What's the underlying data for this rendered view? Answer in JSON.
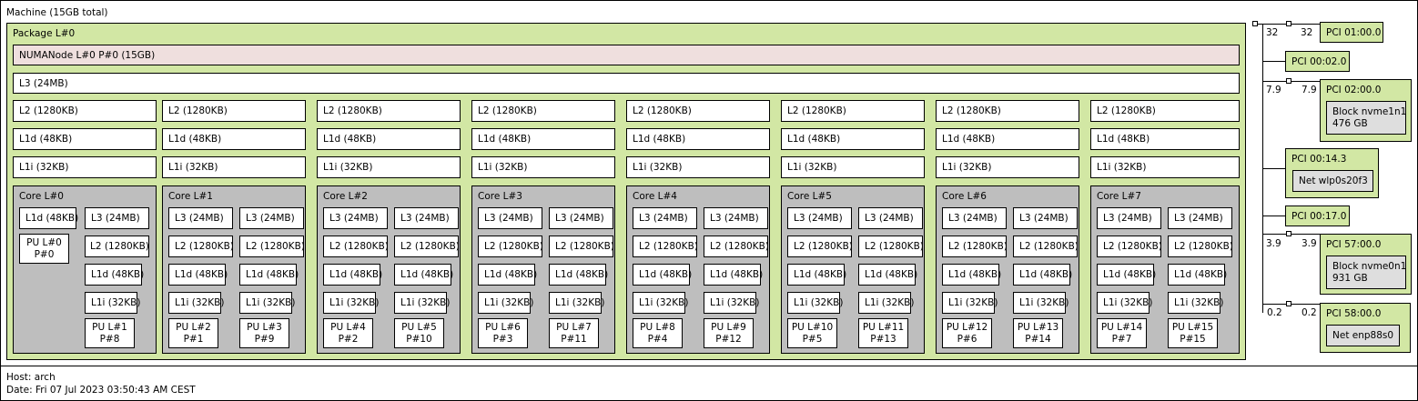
{
  "machine": {
    "label": "Machine (15GB total)"
  },
  "package": {
    "label": "Package L#0"
  },
  "numa": {
    "label": "NUMANode L#0 P#0 (15GB)"
  },
  "l3": {
    "label": "L3 (24MB)"
  },
  "l2_label": "L2 (1280KB)",
  "l1d_label": "L1d (48KB)",
  "l1i_label": "L1i (32KB)",
  "l3_label": "L3 (24MB)",
  "core0": {
    "label": "Core L#0",
    "pu": [
      "PU L#0",
      "P#0"
    ],
    "pu2": [
      "PU L#1",
      "P#8"
    ]
  },
  "cores": [
    {
      "label": "Core L#1",
      "pu_a": [
        "PU L#2",
        "P#1"
      ],
      "pu_b": [
        "PU L#3",
        "P#9"
      ]
    },
    {
      "label": "Core L#2",
      "pu_a": [
        "PU L#4",
        "P#2"
      ],
      "pu_b": [
        "PU L#5",
        "P#10"
      ]
    },
    {
      "label": "Core L#3",
      "pu_a": [
        "PU L#6",
        "P#3"
      ],
      "pu_b": [
        "PU L#7",
        "P#11"
      ]
    },
    {
      "label": "Core L#4",
      "pu_a": [
        "PU L#8",
        "P#4"
      ],
      "pu_b": [
        "PU L#9",
        "P#12"
      ]
    },
    {
      "label": "Core L#5",
      "pu_a": [
        "PU L#10",
        "P#5"
      ],
      "pu_b": [
        "PU L#11",
        "P#13"
      ]
    },
    {
      "label": "Core L#6",
      "pu_a": [
        "PU L#12",
        "P#6"
      ],
      "pu_b": [
        "PU L#13",
        "P#14"
      ]
    },
    {
      "label": "Core L#7",
      "pu_a": [
        "PU L#14",
        "P#7"
      ],
      "pu_b": [
        "PU L#15",
        "P#15"
      ]
    }
  ],
  "pci": {
    "p1": {
      "label": "PCI 01:00.0",
      "left_speed": "32",
      "right_speed": "32"
    },
    "p2": {
      "label": "PCI 00:02.0"
    },
    "p3": {
      "label": "PCI 02:00.0",
      "left_speed": "7.9",
      "right_speed": "7.9",
      "dev1": "Block nvme1n1",
      "dev2": "476 GB"
    },
    "p4": {
      "label": "PCI 00:14.3",
      "dev1": "Net wlp0s20f3"
    },
    "p5": {
      "label": "PCI 00:17.0"
    },
    "p6": {
      "label": "PCI 57:00.0",
      "left_speed": "3.9",
      "right_speed": "3.9",
      "dev1": "Block nvme0n1",
      "dev2": "931 GB"
    },
    "p7": {
      "label": "PCI 58:00.0",
      "left_speed": "0.2",
      "right_speed": "0.2",
      "dev1": "Net enp88s0"
    }
  },
  "footer": {
    "host": "Host: arch",
    "date": "Date: Fri 07 Jul 2023 03:50:43 AM CEST"
  }
}
